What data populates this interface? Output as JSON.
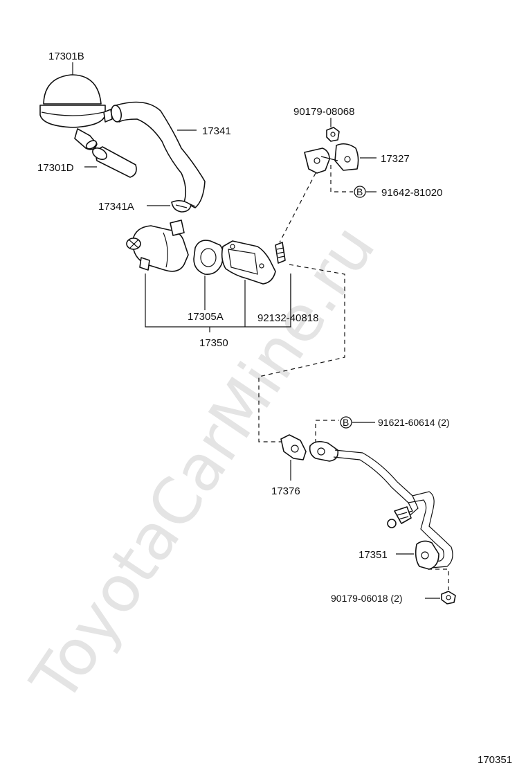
{
  "watermark": "ToyotaCarMine.ru",
  "diagram_id": "170351",
  "labels": {
    "p17301B": "17301B",
    "p17341": "17341",
    "p17301D": "17301D",
    "p17341A": "17341A",
    "p90179_08068": "90179-08068",
    "p17327": "17327",
    "p91642_81020": "91642-81020",
    "p17305A": "17305A",
    "p92132_40818": "92132-40818",
    "p17350": "17350",
    "p91621_60614": "91621-60614 (2)",
    "p17376": "17376",
    "p17351": "17351",
    "p90179_06018": "90179-06018 (2)"
  },
  "symbols": {
    "bolt_marker": "B"
  }
}
